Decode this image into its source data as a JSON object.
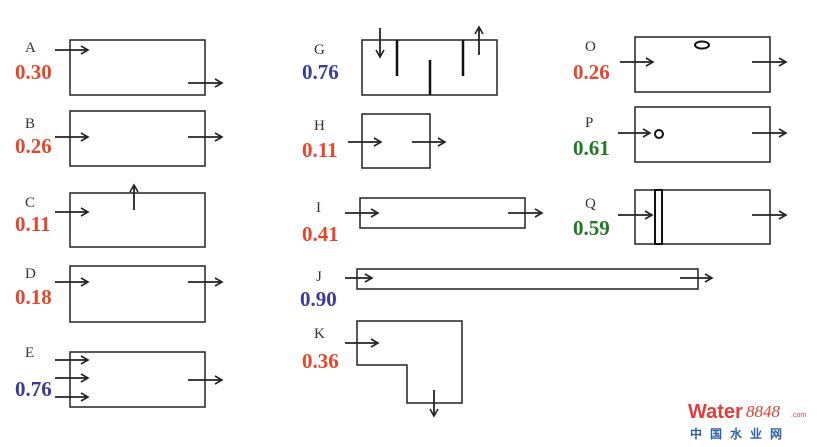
{
  "colors": {
    "red": "#e8452a",
    "blue": "#3b3b9e",
    "green": "#1e7b1e"
  },
  "reactors": {
    "A": {
      "letter": "A",
      "value": "0.30"
    },
    "B": {
      "letter": "B",
      "value": "0.26"
    },
    "C": {
      "letter": "C",
      "value": "0.11"
    },
    "D": {
      "letter": "D",
      "value": "0.18"
    },
    "E": {
      "letter": "E",
      "value": "0.76"
    },
    "G": {
      "letter": "G",
      "value": "0.76"
    },
    "H": {
      "letter": "H",
      "value": "0.11"
    },
    "I": {
      "letter": "I",
      "value": "0.41"
    },
    "J": {
      "letter": "J",
      "value": "0.90"
    },
    "K": {
      "letter": "K",
      "value": "0.36"
    },
    "O": {
      "letter": "O",
      "value": "0.26"
    },
    "P": {
      "letter": "P",
      "value": "0.61"
    },
    "Q": {
      "letter": "Q",
      "value": "0.59"
    }
  },
  "watermark": {
    "brand": "Water",
    "number": "8848",
    "suffix": ".com",
    "chinese": "中国水业网"
  }
}
